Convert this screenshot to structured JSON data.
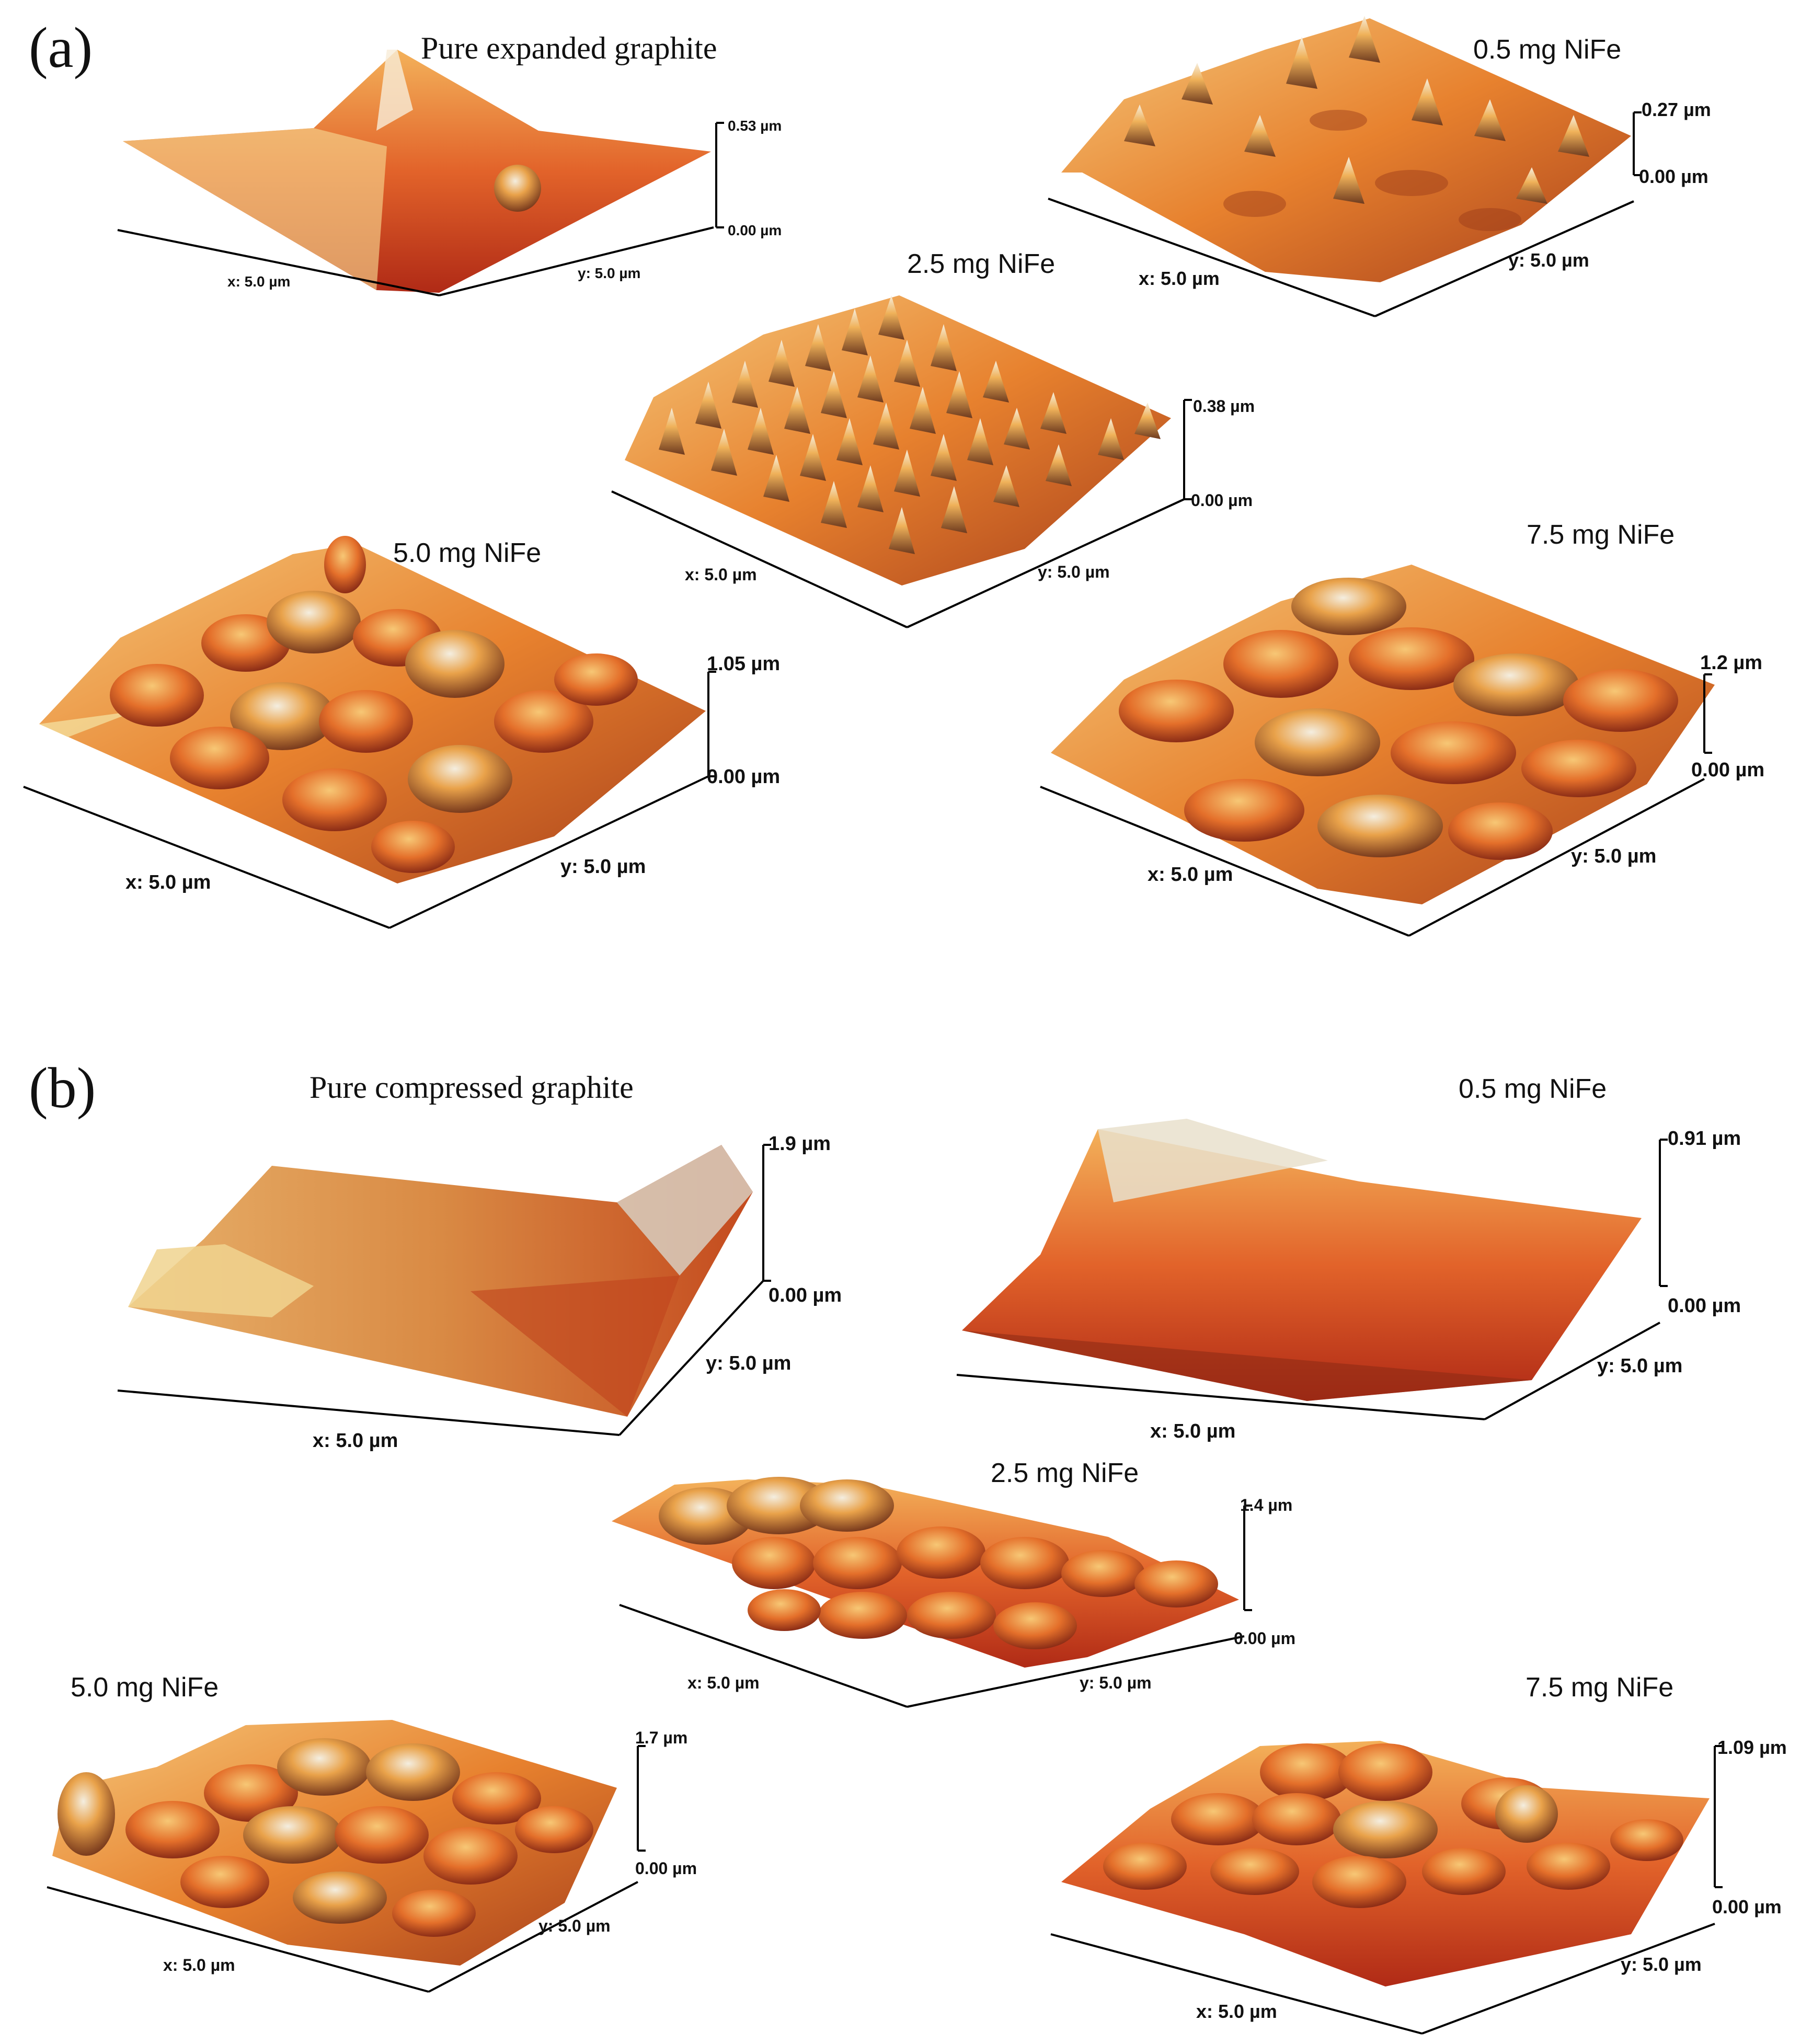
{
  "panels": [
    {
      "label": "(a)",
      "images": [
        {
          "title": "Pure expanded graphite",
          "z_max": "0.53 µm",
          "z_min": "0.00 µm",
          "x_label": "x: 5.0 µm",
          "y_label": "y: 5.0 µm"
        },
        {
          "title": "0.5 mg NiFe",
          "z_max": "0.27 µm",
          "z_min": "0.00 µm",
          "x_label": "x: 5.0 µm",
          "y_label": "y: 5.0 µm"
        },
        {
          "title": "2.5 mg NiFe",
          "z_max": "0.38 µm",
          "z_min": "0.00 µm",
          "x_label": "x: 5.0 µm",
          "y_label": "y: 5.0 µm"
        },
        {
          "title": "5.0 mg NiFe",
          "z_max": "1.05 µm",
          "z_min": "0.00 µm",
          "x_label": "x: 5.0 µm",
          "y_label": "y: 5.0 µm"
        },
        {
          "title": "7.5 mg NiFe",
          "z_max": "1.2 µm",
          "z_min": "0.00 µm",
          "x_label": "x: 5.0 µm",
          "y_label": "y: 5.0 µm"
        }
      ]
    },
    {
      "label": "(b)",
      "images": [
        {
          "title": "Pure compressed  graphite",
          "z_max": "1.9 µm",
          "z_min": "0.00 µm",
          "x_label": "x: 5.0 µm",
          "y_label": "y: 5.0 µm"
        },
        {
          "title": "0.5 mg NiFe",
          "z_max": "0.91 µm",
          "z_min": "0.00 µm",
          "x_label": "x: 5.0 µm",
          "y_label": "y: 5.0 µm"
        },
        {
          "title": "2.5 mg NiFe",
          "z_max": "1.4 µm",
          "z_min": "0.00 µm",
          "x_label": "x: 5.0 µm",
          "y_label": "y: 5.0 µm"
        },
        {
          "title": "5.0 mg NiFe",
          "z_max": "1.7 µm",
          "z_min": "0.00 µm",
          "x_label": "x: 5.0 µm",
          "y_label": "y: 5.0 µm"
        },
        {
          "title": "7.5 mg NiFe",
          "z_max": "1.09 µm",
          "z_min": "0.00 µm",
          "x_label": "x: 5.0 µm",
          "y_label": "y: 5.0 µm"
        }
      ]
    }
  ],
  "colors": {
    "surface_light": "#f7e3b0",
    "surface_mid": "#e8892b",
    "surface_dark": "#b8321a",
    "surface_shadow": "#5a3a22",
    "surface_white": "#ece6d8"
  }
}
